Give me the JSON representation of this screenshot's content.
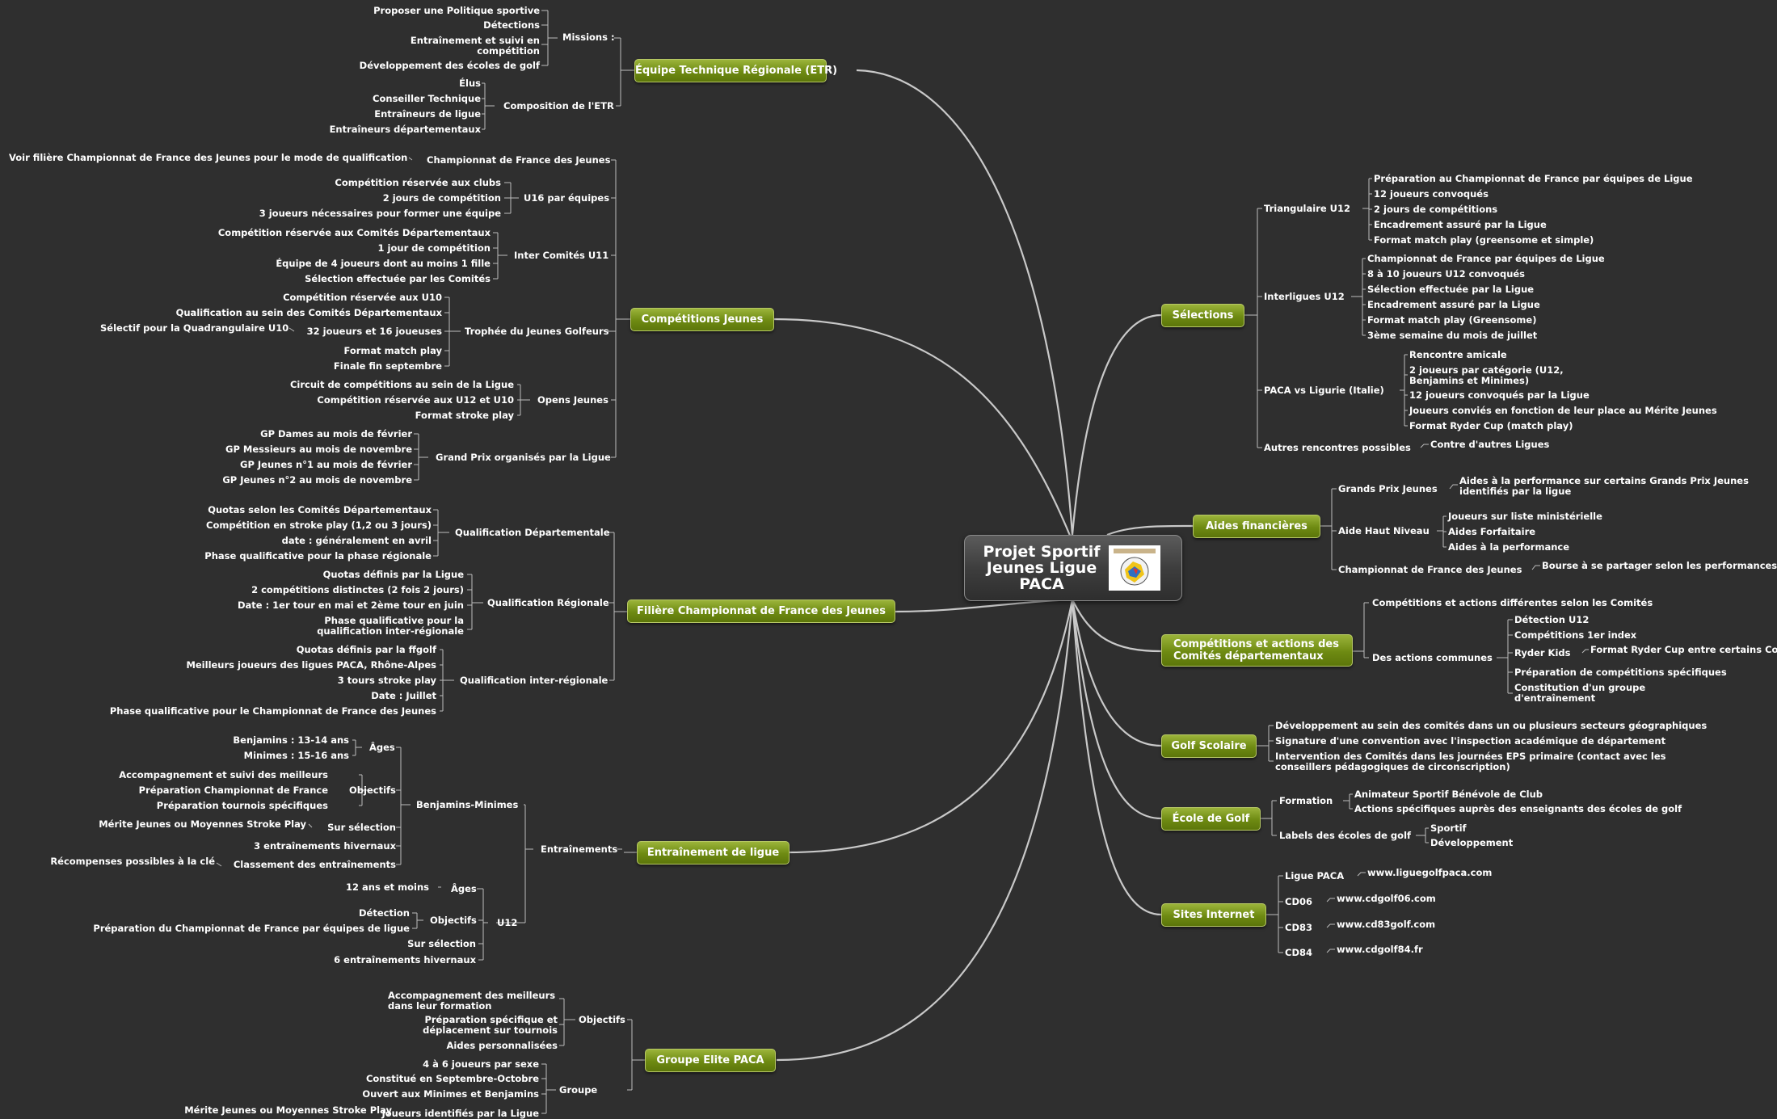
{
  "center": {
    "title_line1": "Projet Sportif",
    "title_line2": "Jeunes Ligue",
    "title_line3": "PACA"
  },
  "etr": {
    "label": "Équipe Technique Régionale (ETR)",
    "missions": {
      "label": "Missions :",
      "items": [
        "Proposer une Politique sportive",
        "Détections",
        "Entraînement et suivi en compétition",
        "Développement des écoles de golf"
      ]
    },
    "composition": {
      "label": "Composition de l'ETR",
      "items": [
        "Élus",
        "Conseiller Technique",
        "Entraîneurs de ligue",
        "Entraîneurs départementaux"
      ]
    }
  },
  "cj": {
    "label": "Compétitions Jeunes",
    "cfj": {
      "label": "Championnat de France des Jeunes",
      "items": [
        "Voir filière Championnat de France des Jeunes pour le mode de qualification"
      ]
    },
    "u16": {
      "label": "U16 par équipes",
      "items": [
        "Compétition réservée aux clubs",
        "2 jours de compétition",
        "3 joueurs nécessaires pour former une équipe"
      ]
    },
    "u11": {
      "label": "Inter Comités U11",
      "items": [
        "Compétition réservée aux Comités Départementaux",
        "1 jour de compétition",
        "Équipe de 4 joueurs dont au moins 1 fille",
        "Sélection effectuée par les Comités"
      ]
    },
    "trophee": {
      "label": "Trophée du Jeunes Golfeurs",
      "items": [
        "Compétition réservée aux U10",
        "Qualification au sein des Comités Départementaux",
        "32 joueurs et 16 joueuses",
        "Format match play",
        "Finale fin septembre"
      ],
      "sub": "Sélectif pour la Quadrangulaire U10"
    },
    "opens": {
      "label": "Opens Jeunes",
      "items": [
        "Circuit de compétitions au sein de la Ligue",
        "Compétition réservée aux U12 et U10",
        "Format stroke play"
      ]
    },
    "gp": {
      "label": "Grand Prix organisés par la Ligue",
      "items": [
        "GP Dames au mois de février",
        "GP Messieurs au mois de novembre",
        "GP Jeunes  n°1 au mois de février",
        "GP Jeunes n°2  au mois de novembre"
      ]
    }
  },
  "filiere": {
    "label": "Filière Championnat de France des Jeunes",
    "dep": {
      "label": "Qualification Départementale",
      "items": [
        "Quotas selon les Comités Départementaux",
        "Compétition en stroke play (1,2 ou 3 jours)",
        "date : généralement en avril",
        "Phase qualificative pour la phase régionale"
      ]
    },
    "reg": {
      "label": "Qualification Régionale",
      "items": [
        "Quotas définis par la Ligue",
        "2 compétitions distinctes (2 fois 2 jours)",
        "Date : 1er tour en mai et 2ème tour en juin",
        "Phase qualificative pour la qualification inter-régionale"
      ]
    },
    "inter": {
      "label": "Qualification inter-régionale",
      "items": [
        "Quotas définis par la ffgolf",
        "Meilleurs joueurs des ligues PACA, Rhône-Alpes",
        "3 tours stroke play",
        "Date : Juillet",
        "Phase qualificative pour le Championnat de France des Jeunes"
      ]
    }
  },
  "entr": {
    "label": "Entraînement de ligue",
    "entrainements": "Entraînements",
    "bm": {
      "label": "Benjamins-Minimes",
      "ages": {
        "label": "Âges",
        "items": [
          "Benjamins : 13-14 ans",
          "Minimes : 15-16 ans"
        ]
      },
      "objectifs": {
        "label": "Objectifs",
        "items": [
          "Accompagnement et suivi des meilleurs",
          "Préparation Championnat de France",
          "Préparation tournois spécifiques"
        ]
      },
      "selection": {
        "label": "Sur sélection",
        "sub": "Mérite Jeunes ou Moyennes Stroke Play"
      },
      "hivernaux": "3 entraînements hivernaux",
      "classement": {
        "label": "Classement des entraînements",
        "sub": "Récompenses  possibles à la clé"
      }
    },
    "u12": {
      "label": "U12",
      "ages": {
        "label": "Âges",
        "items": [
          "12 ans et moins"
        ]
      },
      "objectifs": {
        "label": "Objectifs",
        "items": [
          "Détection",
          "Préparation du Championnat de France par équipes de ligue"
        ]
      },
      "selection": "Sur sélection",
      "hivernaux": "6 entraînements hivernaux"
    }
  },
  "elite": {
    "label": "Groupe Elite PACA",
    "objectifs": {
      "label": "Objectifs",
      "items": [
        "Accompagnement des meilleurs dans leur formation",
        "Préparation spécifique et déplacement sur tournois",
        "Aides personnalisées"
      ]
    },
    "groupe": {
      "label": "Groupe",
      "items": [
        "4 à 6 joueurs par sexe",
        "Constitué en Septembre-Octobre",
        "Ouvert aux Minimes et Benjamins",
        "Joueurs identifiés par la Ligue"
      ],
      "sub": "Mérite Jeunes ou Moyennes Stroke Play"
    }
  },
  "selections": {
    "label": "Sélections",
    "tri": {
      "label": "Triangulaire U12",
      "items": [
        "Préparation au Championnat de France par équipes de Ligue",
        "12 joueurs convoqués",
        "2 jours de compétitions",
        "Encadrement assuré par la Ligue",
        "Format match play (greensome et simple)"
      ]
    },
    "inter": {
      "label": "Interligues U12",
      "items": [
        "Championnat de France par équipes de Ligue",
        "8 à 10 joueurs U12 convoqués",
        "Sélection effectuée par la Ligue",
        "Encadrement assuré par la Ligue",
        "Format match play (Greensome)",
        "3ème semaine du mois de juillet"
      ]
    },
    "paca": {
      "label": "PACA vs Ligurie (Italie)",
      "items": [
        "Rencontre amicale",
        "2 joueurs par catégorie (U12, Benjamins et Minimes)",
        "12 joueurs convoqués par la Ligue",
        "Joueurs conviés en fonction de leur place au Mérite Jeunes",
        "Format Ryder Cup (match play)"
      ]
    },
    "autres": {
      "label": "Autres rencontres possibles",
      "items": [
        "Contre d'autres Ligues"
      ]
    }
  },
  "aides": {
    "label": "Aides financières",
    "gp": {
      "label": "Grands Prix Jeunes",
      "items": [
        "Aides à la performance sur certains Grands Prix Jeunes identifiés par la ligue"
      ]
    },
    "ahn": {
      "label": "Aide Haut Niveau",
      "items": [
        "Joueurs sur liste ministérielle",
        "Aides Forfaitaire",
        "Aides à la performance"
      ]
    },
    "cfj": {
      "label": "Championnat de France des Jeunes",
      "items": [
        "Bourse à se partager selon les performances"
      ]
    }
  },
  "comites": {
    "label1": "Compétitions et actions des",
    "label2": "Comités départementaux",
    "diff": "Compétitions et actions différentes selon les Comités",
    "communes": {
      "label": "Des actions communes",
      "items": [
        "Détection U12",
        "Compétitions 1er index",
        "Ryder Kids",
        "Préparation de compétitions spécifiques",
        "Constitution d'un groupe d'entraînement"
      ],
      "ryder_sub": "Format Ryder Cup entre certains Co"
    }
  },
  "scolaire": {
    "label": "Golf Scolaire",
    "items": [
      "Développement au sein des comités dans un ou plusieurs secteurs géographiques",
      "Signature d'une convention avec l'inspection académique de département",
      "Intervention des Comités dans les journées EPS primaire (contact avec les conseillers pédagogiques de circonscription)"
    ]
  },
  "ecole": {
    "label": "École de Golf",
    "formation": {
      "label": "Formation",
      "items": [
        "Animateur Sportif Bénévole de Club",
        "Actions spécifiques auprès des enseignants des écoles de golf"
      ]
    },
    "labels": {
      "label": "Labels des écoles de golf",
      "items": [
        "Sportif",
        "Développement"
      ]
    }
  },
  "sites": {
    "label": "Sites Internet",
    "items": [
      {
        "name": "Ligue PACA",
        "url": "www.liguegolfpaca.com"
      },
      {
        "name": "CD06",
        "url": "www.cdgolf06.com"
      },
      {
        "name": "CD83",
        "url": "www.cd83golf.com"
      },
      {
        "name": "CD84",
        "url": "www.cdgolf84.fr"
      }
    ]
  }
}
